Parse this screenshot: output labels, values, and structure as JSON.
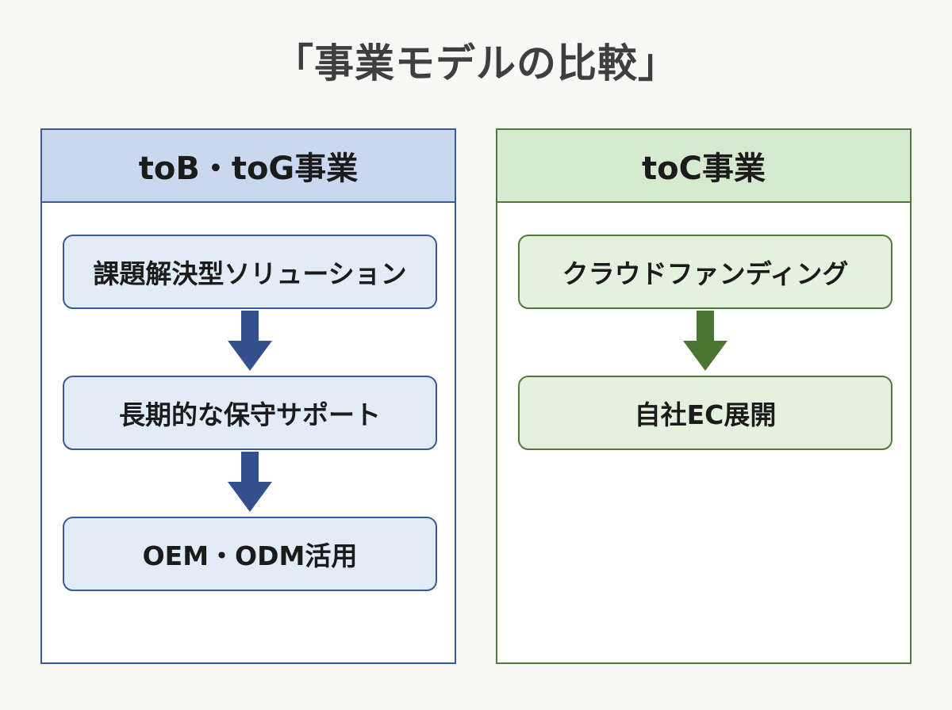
{
  "title": "「事業モデルの比較」",
  "left_panel": {
    "header": "toB・toG事業",
    "steps": [
      "課題解決型ソリューション",
      "長期的な保守サポート",
      "OEM・ODM活用"
    ]
  },
  "right_panel": {
    "header": "toC事業",
    "steps": [
      "クラウドファンディング",
      "自社EC展開"
    ]
  },
  "colors": {
    "left_accent": "#3b5a92",
    "left_header_bg": "#c9d8ee",
    "left_box_bg": "#e2ecf7",
    "right_accent": "#4f7a3a",
    "right_header_bg": "#d6ead0",
    "right_box_bg": "#e5f1df"
  }
}
